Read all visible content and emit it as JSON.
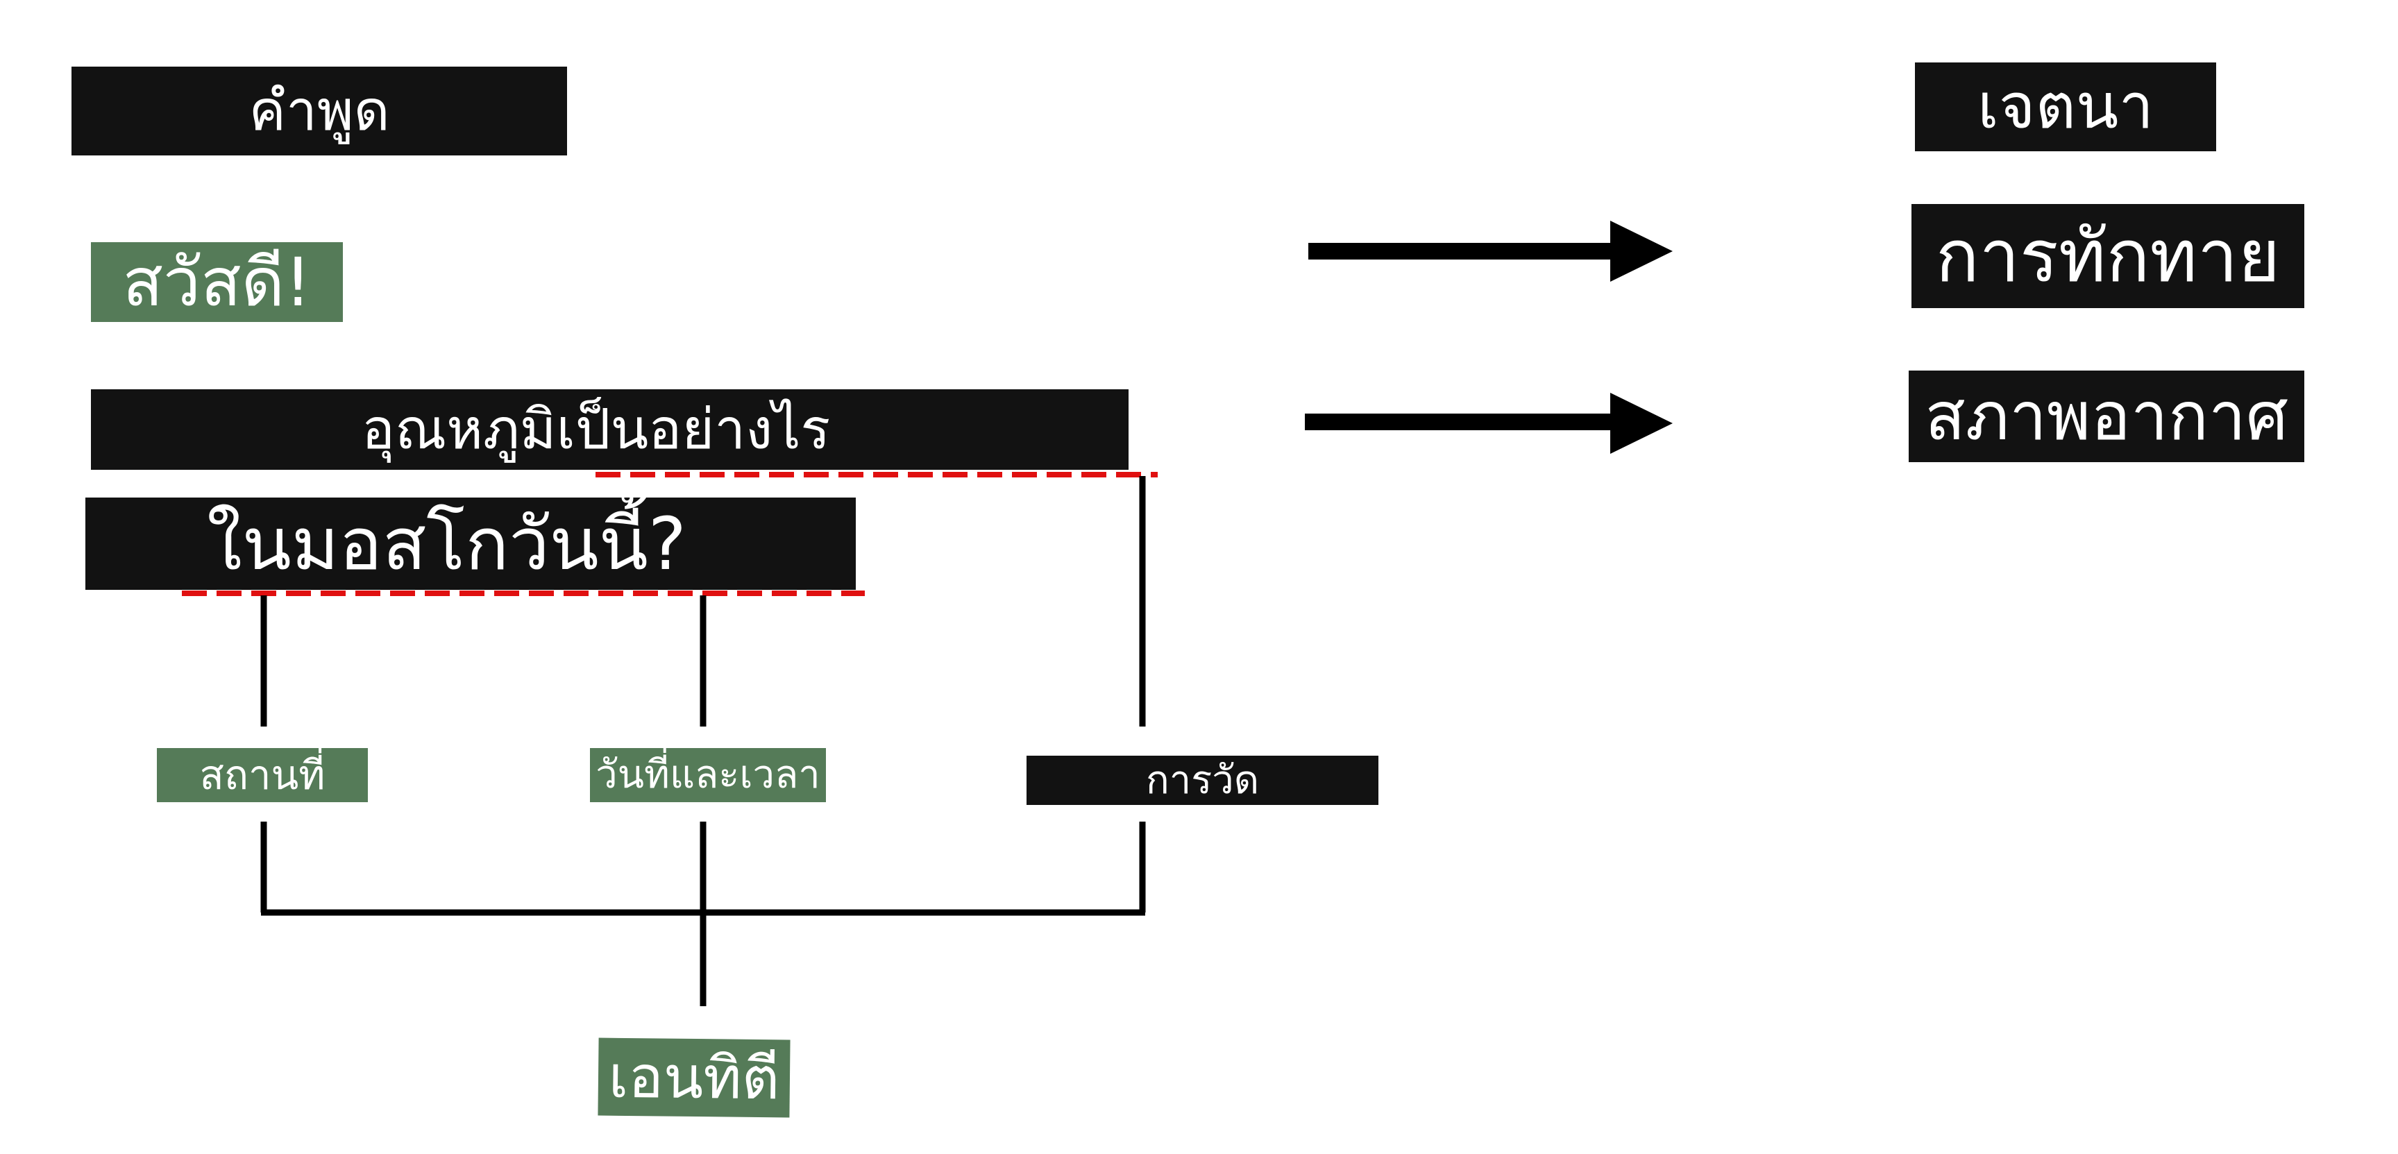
{
  "headers": {
    "utterance": "คำพูด",
    "intent": "เจตนา"
  },
  "utterances": {
    "greeting": "สวัสดี!",
    "question_line1": "อุณหภูมิเป็นอย่างไร",
    "question_line2": "ในมอสโกวันนี้?"
  },
  "intents": {
    "greeting": "การทักทาย",
    "weather": "สภาพอากาศ"
  },
  "entities": {
    "location": "สถานที่",
    "datetime": "วันที่และเวลา",
    "unit": "การวัด",
    "entity": "เอนทิตี"
  },
  "colors": {
    "dark_label": "#121212",
    "green_label": "#557b58",
    "highlight_dash": "#e01010",
    "lines": "#000000"
  }
}
